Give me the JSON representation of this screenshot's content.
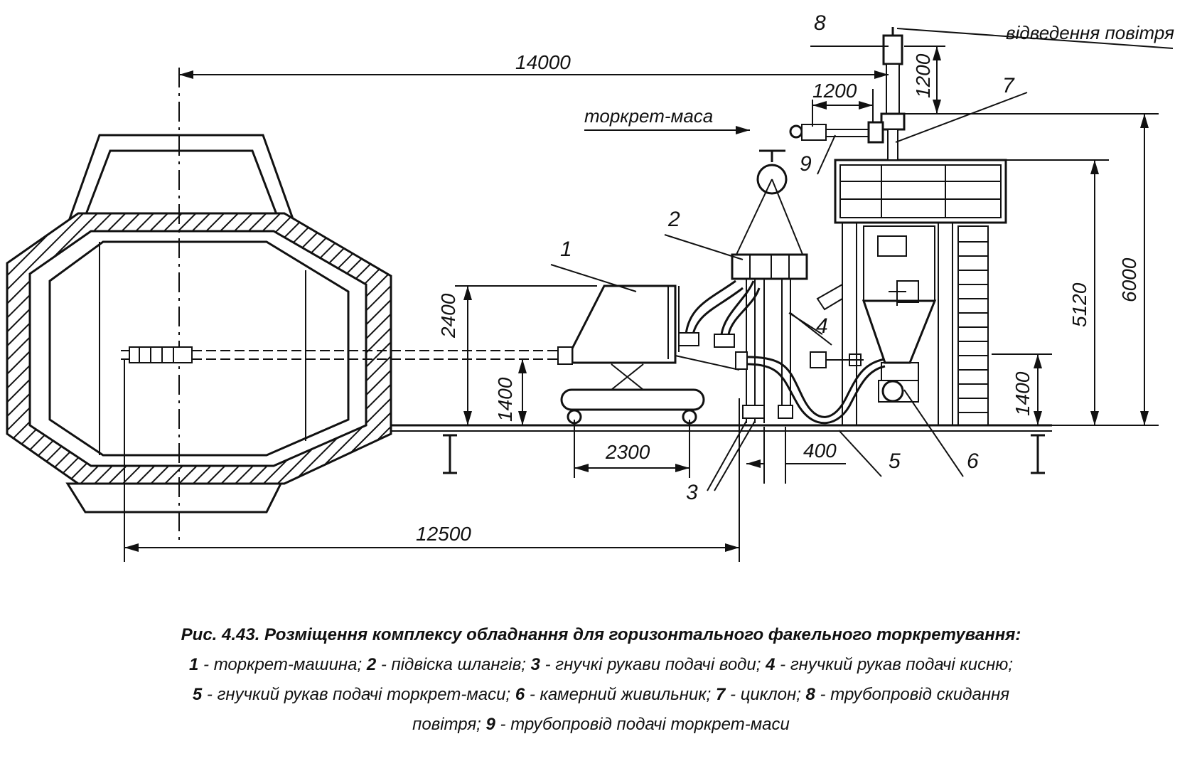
{
  "diagram": {
    "dimensions": {
      "d14000": "14000",
      "d12500": "12500",
      "d2300": "2300",
      "d400": "400",
      "d2400": "2400",
      "d1400_left": "1400",
      "d1400_right": "1400",
      "d5120": "5120",
      "d6000": "6000",
      "d1200_h": "1200",
      "d1200_v": "1200"
    },
    "callouts": {
      "c1": "1",
      "c2": "2",
      "c3": "3",
      "c4": "4",
      "c5": "5",
      "c6": "6",
      "c7": "7",
      "c8": "8",
      "c9": "9"
    },
    "annotations": {
      "air_exhaust": "відведення повітря",
      "gunite_mass": "торкрет-маса"
    }
  },
  "caption": {
    "title": "Рис. 4.43. Розміщення комплексу обладнання для горизонтального факельного торкретування:",
    "items": [
      {
        "num": "1",
        "text": " - торкрет-машина; "
      },
      {
        "num": "2",
        "text": " - підвіска шлангів; "
      },
      {
        "num": "3",
        "text": " - гнучкі рукави подачі води; "
      },
      {
        "num": "4",
        "text": " - гнучкий рукав подачі кисню;"
      },
      {
        "num": "5",
        "text": " - гнучкий рукав подачі торкрет-маси; "
      },
      {
        "num": "6",
        "text": " - камерний живильник; "
      },
      {
        "num": "7",
        "text": " - циклон; "
      },
      {
        "num": "8",
        "text": " - трубопровід скидання"
      },
      {
        "text": "повітря; "
      },
      {
        "num": "9",
        "text": " - трубопровід подачі торкрет-маси"
      }
    ]
  }
}
